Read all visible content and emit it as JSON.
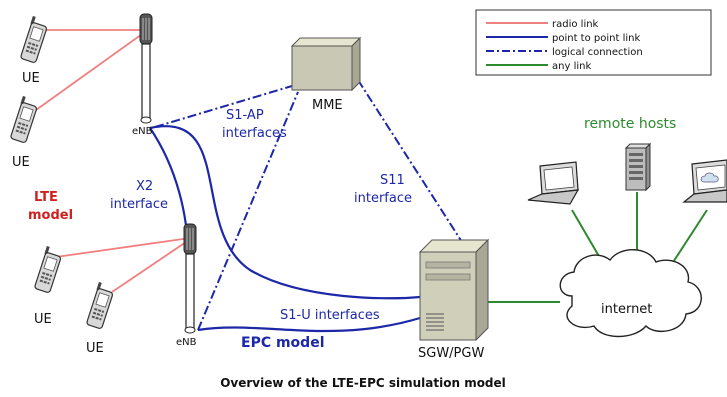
{
  "colors": {
    "radio_link": "#f08080",
    "point_to_point": "#1c28a8",
    "logical": "#1c28a8",
    "any_link": "#2e8a2e",
    "lte_label": "#d02020",
    "remote_hosts_label": "#2e8a2e"
  },
  "legend": {
    "radio": "radio link",
    "p2p": "point to point link",
    "logical": "logical connection",
    "any": "any link"
  },
  "nodes": {
    "ue_top1": "UE",
    "ue_top2": "UE",
    "ue_bot1": "UE",
    "ue_bot2": "UE",
    "enb_top": "eNB",
    "enb_bot": "eNB",
    "mme": "MME",
    "sgw": "SGW/PGW",
    "internet": "internet",
    "remote_hosts": "remote hosts"
  },
  "labels": {
    "s1ap_line1": "S1-AP",
    "s1ap_line2": "interfaces",
    "s11_line1": "S11",
    "s11_line2": "interface",
    "x2_line1": "X2",
    "x2_line2": "interface",
    "s1u": "S1-U interfaces",
    "lte_line1": "LTE",
    "lte_line2": "model",
    "epc": "EPC model"
  },
  "caption": "Overview of the LTE-EPC simulation model"
}
